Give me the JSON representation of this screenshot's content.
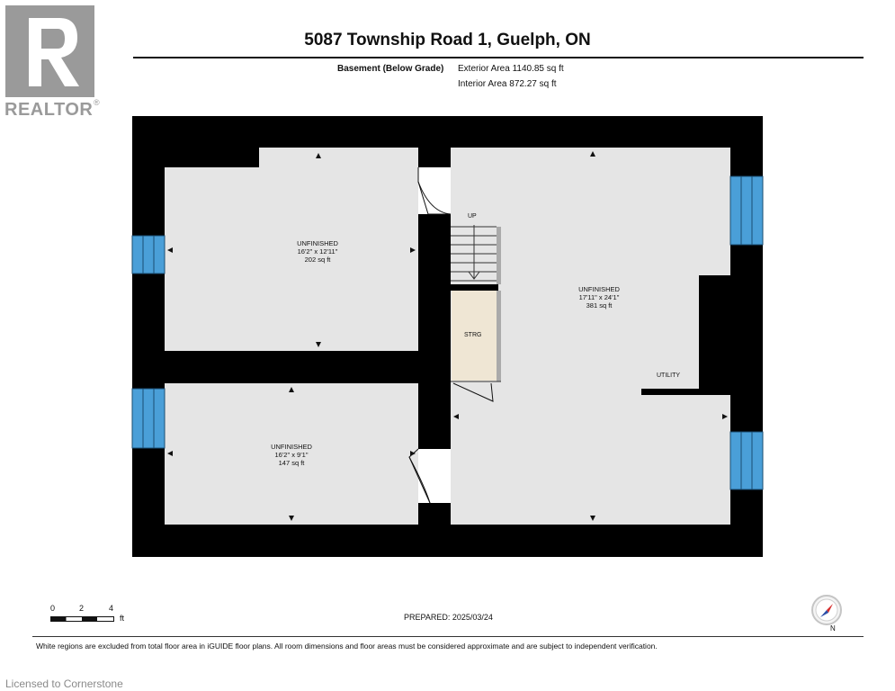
{
  "header": {
    "title": "5087 Township Road 1, Guelph, ON",
    "level_label": "Basement (Below Grade)",
    "exterior_area": "Exterior Area 1140.85 sq ft",
    "interior_area": "Interior Area 872.27 sq ft"
  },
  "branding": {
    "logo_text": "REALTOR",
    "registered_mark": "®",
    "license_text": "Licensed to Cornerstone"
  },
  "rooms": {
    "top_left": {
      "name": "UNFINISHED",
      "dims": "16'2\" x 12'11\"",
      "area": "202 sq ft"
    },
    "bottom_left": {
      "name": "UNFINISHED",
      "dims": "16'2\" x 9'1\"",
      "area": "147 sq ft"
    },
    "right": {
      "name": "UNFINISHED",
      "dims": "17'11\" x 24'1\"",
      "area": "381 sq ft"
    }
  },
  "labels": {
    "storage": "STRG",
    "utility": "UTILITY",
    "stairs_up": "UP"
  },
  "scale": {
    "ticks": [
      "0",
      "2",
      "4"
    ],
    "unit": "ft"
  },
  "footer": {
    "prepared": "PREPARED: 2025/03/24",
    "disclaimer": "White regions are excluded from total floor area in iGUIDE floor plans. All room dimensions and floor areas must be considered approximate and are subject to independent verification.",
    "compass_label": "N"
  },
  "colors": {
    "wall": "#000000",
    "floor": "#e5e5e5",
    "window": "#4a9fd8",
    "storage_floor": "#efe6d4",
    "logo": "#9a9a9a"
  }
}
